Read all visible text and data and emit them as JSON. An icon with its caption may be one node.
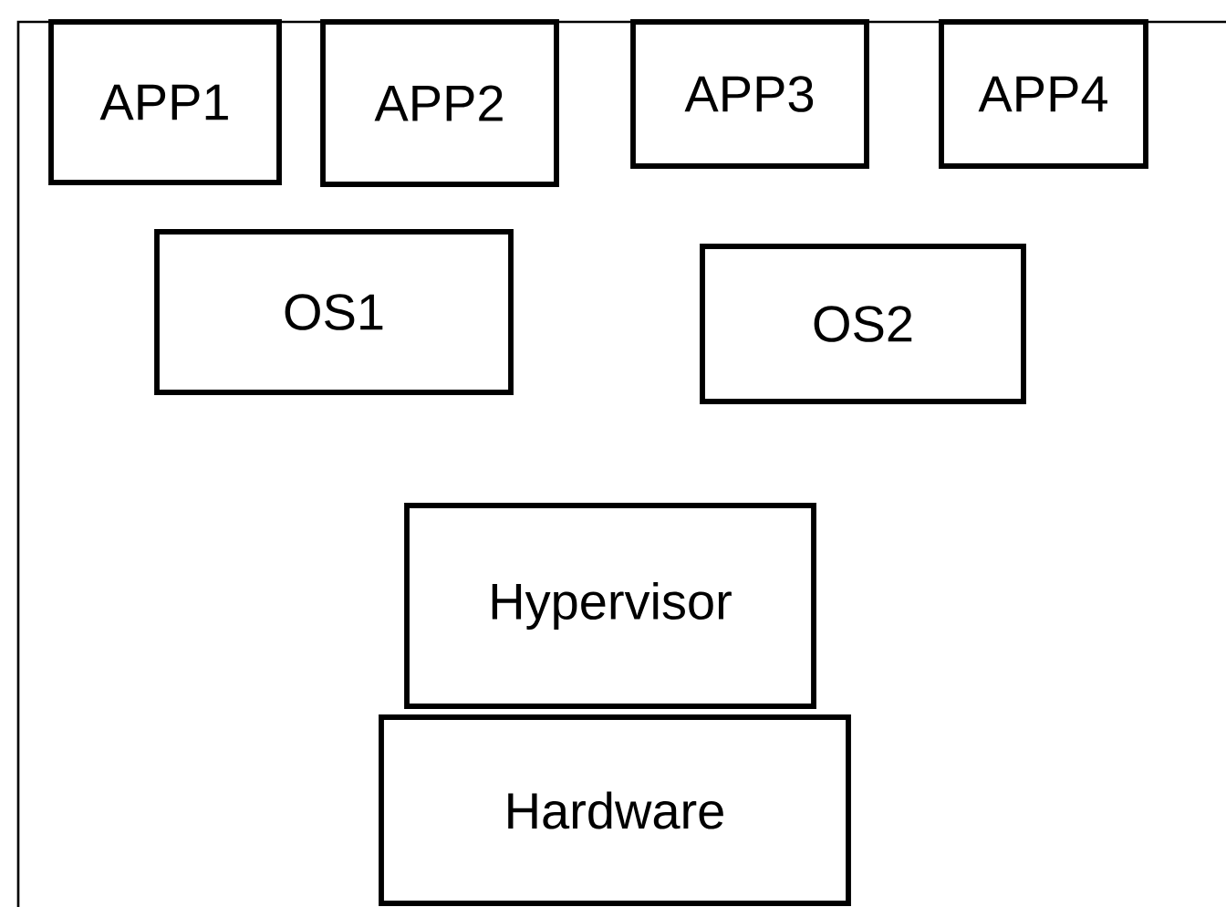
{
  "diagram": {
    "nodes": [
      {
        "text": [
          "APP1"
        ]
      },
      {
        "text": [
          "APP2"
        ]
      },
      {
        "text": [
          "APP3"
        ]
      },
      {
        "text": [
          "APP4"
        ]
      },
      {
        "text": [
          "OS1"
        ]
      },
      {
        "text": [
          "OS2"
        ]
      },
      {
        "text": [
          "Hypervisor"
        ]
      },
      {
        "text": [
          "Hardware"
        ]
      }
    ]
  }
}
